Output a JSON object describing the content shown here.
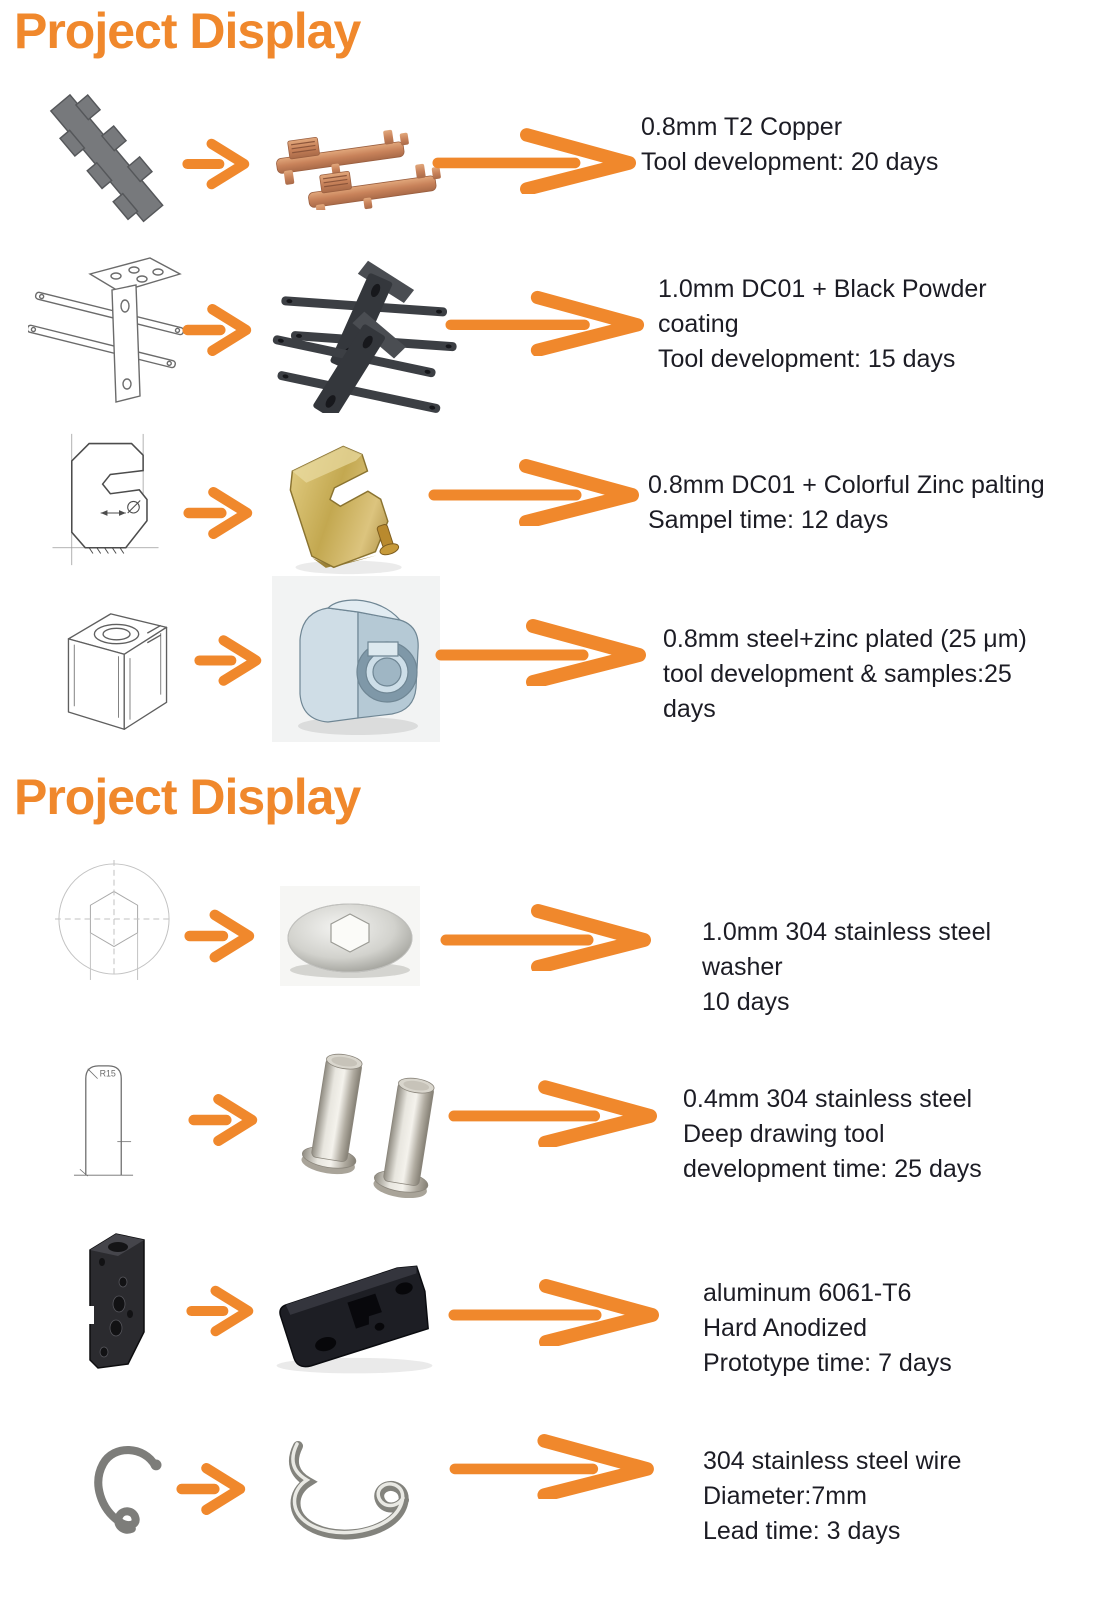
{
  "page": {
    "background": "#ffffff",
    "accent_color": "#F0882C",
    "text_color": "#1C1C24"
  },
  "icons": {
    "step_arrow": "arrow-right-icon",
    "result_arrow": "long-arrow-right-icon"
  },
  "sections": [
    {
      "title": "Project Display",
      "rows": [
        {
          "drawing_name": "cad-drawing-copper-terminal",
          "photo_name": "photo-copper-stamped-terminals",
          "lines": [
            "0.8mm T2 Copper",
            "Tool development: 20 days"
          ]
        },
        {
          "drawing_name": "cad-drawing-steel-bracket",
          "photo_name": "photo-black-powder-coated-brackets",
          "lines": [
            "1.0mm DC01 + Black Powder",
            "coating",
            "Tool development: 15 days"
          ]
        },
        {
          "drawing_name": "technical-drawing-c-clamp",
          "photo_name": "photo-colorful-zinc-plated-c-clamp",
          "lines": [
            "0.8mm DC01 + Colorful Zinc palting",
            "Sampel time: 12 days"
          ]
        },
        {
          "drawing_name": "cad-drawing-box-housing",
          "photo_name": "photo-zinc-plated-steel-housing",
          "lines": [
            "0.8mm steel+zinc plated (25 μm)",
            "tool development & samples:25",
            "days"
          ]
        }
      ]
    },
    {
      "title": "Project Display",
      "rows": [
        {
          "drawing_name": "technical-drawing-hex-hole-washer",
          "photo_name": "photo-stainless-steel-washer",
          "lines": [
            "1.0mm 304 stainless steel",
            "washer",
            "10 days"
          ]
        },
        {
          "drawing_name": "technical-drawing-deep-drawn-pin",
          "photo_name": "photo-stainless-steel-pins",
          "lines": [
            "0.4mm 304 stainless steel",
            "Deep drawing tool",
            "development time: 25 days"
          ]
        },
        {
          "drawing_name": "cad-drawing-aluminum-block",
          "photo_name": "photo-hard-anodized-aluminum-block",
          "lines": [
            "aluminum 6061-T6",
            "Hard Anodized",
            "Prototype time: 7 days"
          ]
        },
        {
          "drawing_name": "cad-drawing-wire-hook",
          "photo_name": "photo-stainless-steel-wire-hook",
          "lines": [
            "304 stainless steel wire",
            "Diameter:7mm",
            "Lead time: 3 days"
          ]
        }
      ]
    }
  ]
}
